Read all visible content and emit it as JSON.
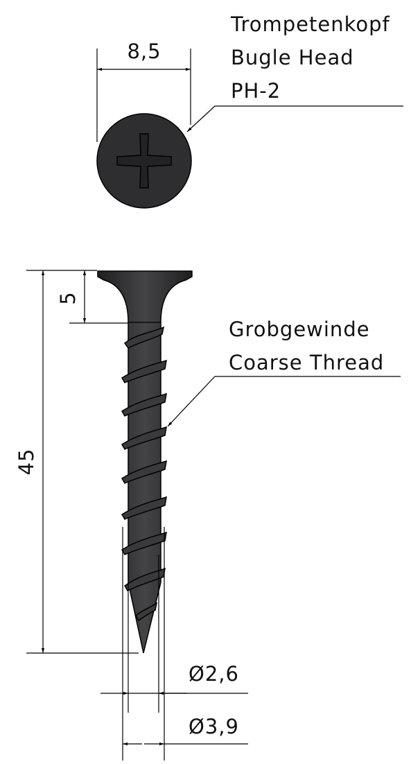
{
  "head_view": {
    "diameter_label": "8,5",
    "callout": [
      "Trompetenkopf",
      "Bugle Head",
      "PH-2"
    ]
  },
  "side_view": {
    "length_label": "45",
    "head_height_label": "5",
    "thread_callout": [
      "Grobgewinde",
      "Coarse Thread"
    ],
    "core_diameter_label": "Ø2,6",
    "outer_diameter_label": "Ø3,9"
  },
  "colors": {
    "screw": "#2e2e30",
    "lines": "#000000"
  }
}
